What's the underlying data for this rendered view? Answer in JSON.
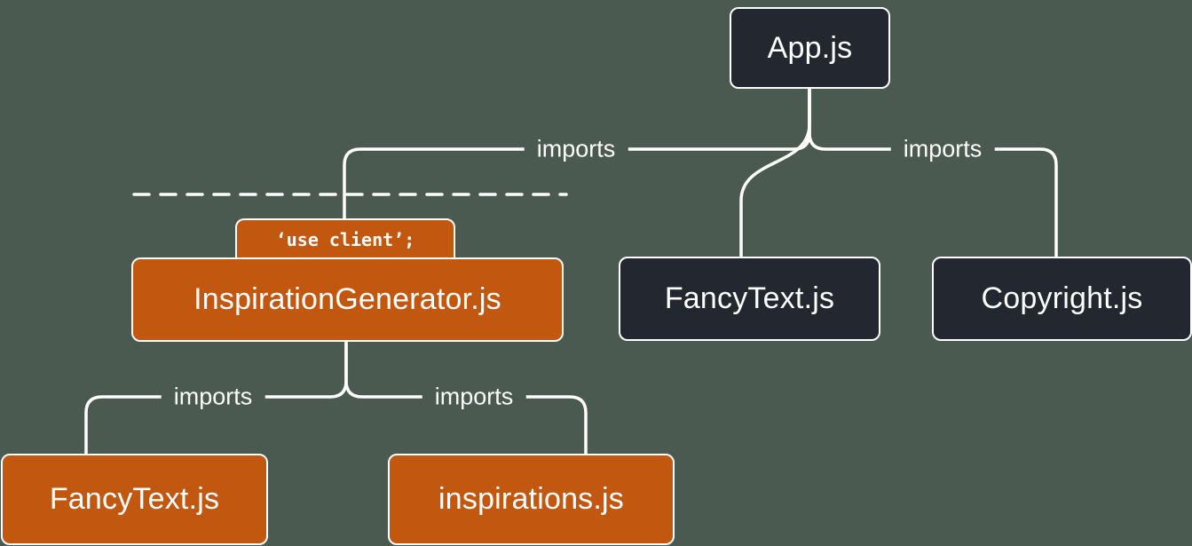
{
  "diagram": {
    "title": "module dependency tree with use client boundary",
    "colors": {
      "background": "#4a5a50",
      "server_node": "#23272f",
      "client_node": "#c2580f",
      "border": "#ffffff",
      "line": "#ffffff",
      "text": "#ffffff"
    },
    "nodes": {
      "app": {
        "label": "App.js",
        "type": "server"
      },
      "inspiration_generator": {
        "label": "InspirationGenerator.js",
        "type": "client",
        "badge": "‘use client’;"
      },
      "fancy_text_server": {
        "label": "FancyText.js",
        "type": "server"
      },
      "copyright": {
        "label": "Copyright.js",
        "type": "server"
      },
      "fancy_text_client": {
        "label": "FancyText.js",
        "type": "client"
      },
      "inspirations": {
        "label": "inspirations.js",
        "type": "client"
      }
    },
    "edges": {
      "app_to_inspiration_generator": {
        "label": "imports"
      },
      "app_to_copyright": {
        "label": "imports"
      },
      "inspiration_generator_to_fancy_text": {
        "label": "imports"
      },
      "inspiration_generator_to_inspirations": {
        "label": "imports"
      }
    }
  }
}
